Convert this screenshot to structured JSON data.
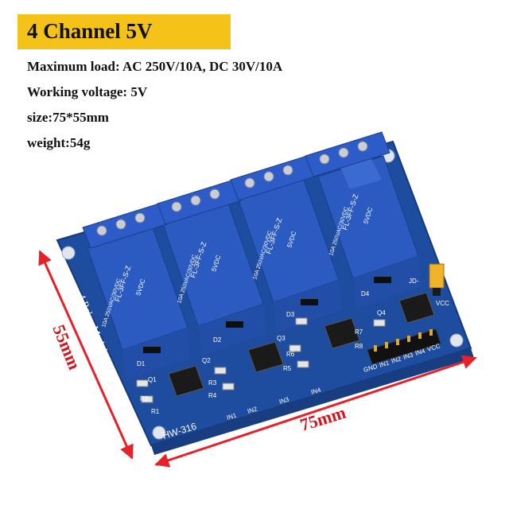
{
  "title": "4 Channel 5V",
  "specs": [
    "Maximum load: AC 250V/10A, DC 30V/10A",
    "Working voltage: 5V",
    "size:75*55mm",
    "weight:54g"
  ],
  "dimensions": {
    "height_label": "55mm",
    "width_label": "75mm"
  },
  "board": {
    "module_label": "4 Relay Module",
    "model": "HW-316",
    "relay_text_1": "FL-3FF-S-Z",
    "relay_text_2": "5VDC",
    "relay_text_3": "10A 250VAC/30VDC",
    "header_labels": [
      "GND",
      "IN1",
      "IN2",
      "IN3",
      "IN4",
      "VCC"
    ],
    "jumper_labels": [
      "JD-",
      "VCC"
    ],
    "indicator_labels": [
      "IN1",
      "IN2",
      "IN3",
      "IN4"
    ],
    "diode_labels": [
      "D1",
      "D2",
      "D3",
      "D4"
    ],
    "transistor_labels": [
      "Q1",
      "Q2",
      "Q3",
      "Q4"
    ],
    "resistor_labels": [
      "R1",
      "R2",
      "R3",
      "R4",
      "R5",
      "R6",
      "R7",
      "R8"
    ]
  },
  "colors": {
    "title_bg": "#f5c21a",
    "pcb": "#1f4fa8",
    "relay": "#2f5fc4",
    "arrow": "#e8202a",
    "dim_text": "#d4141c"
  }
}
